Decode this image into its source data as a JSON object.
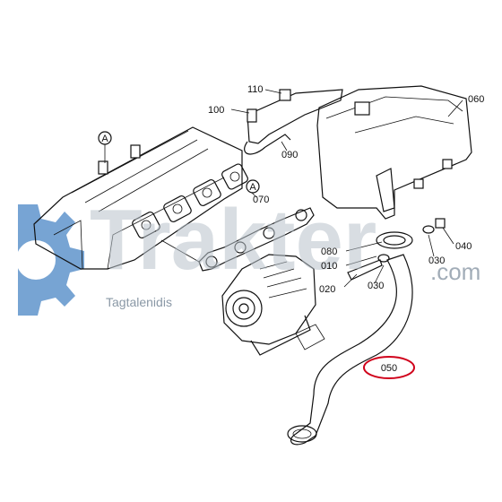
{
  "watermark": {
    "brand": "Trakter",
    "domain": ".com",
    "subtitle": "Tagtalenidis",
    "gear_color": "#4a86c5",
    "text_color": "#b9c3cc"
  },
  "callout_marker": "A",
  "part_labels": {
    "p110": "110",
    "p100": "100",
    "p090": "090",
    "p070": "070",
    "p060": "060",
    "p080": "080",
    "p010": "010",
    "p020": "020",
    "p030a": "030",
    "p030b": "030",
    "p040": "040",
    "p050": "050"
  },
  "highlight": {
    "part": "050",
    "color": "#d0021b"
  }
}
